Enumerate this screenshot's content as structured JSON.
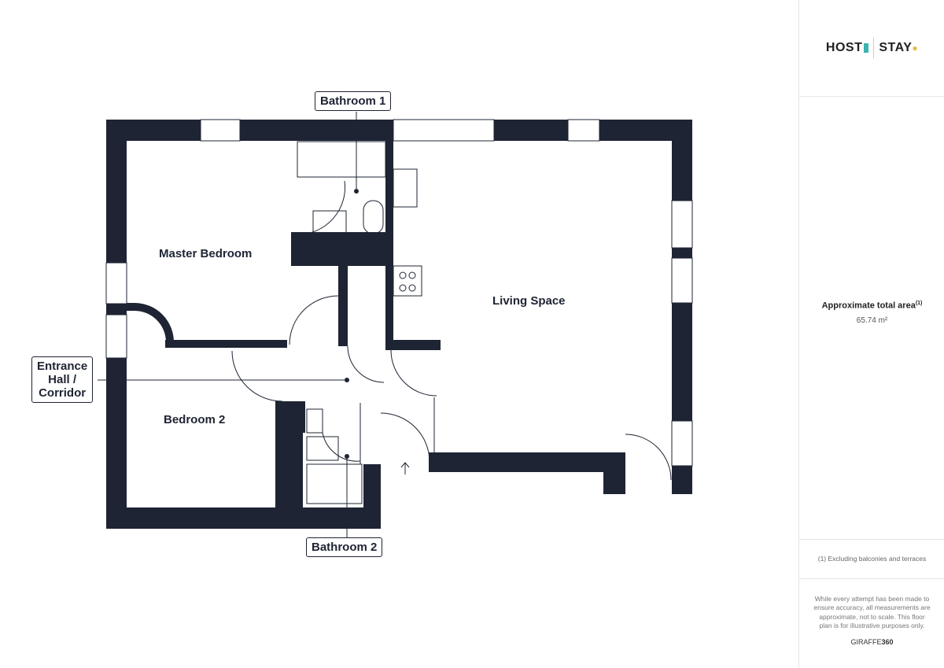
{
  "brand": {
    "left": "HOST",
    "right": "STAY",
    "accent_teal": "#3bb3b0",
    "accent_gold": "#e8b84a"
  },
  "rooms": {
    "master_bedroom": "Master Bedroom",
    "living_space": "Living Space",
    "bedroom_2": "Bedroom 2"
  },
  "callouts": {
    "bathroom_1": "Bathroom 1",
    "bathroom_2": "Bathroom 2",
    "entrance_line1": "Entrance",
    "entrance_line2": "Hall /",
    "entrance_line3": "Corridor"
  },
  "area": {
    "label": "Approximate total area",
    "sup": "(1)",
    "value": "65.74 m²"
  },
  "footnote": "(1) Excluding balconies and terraces",
  "disclaimer": "While every attempt has been made to ensure accuracy, all measurements are approximate, not to scale. This floor plan is for illustrative purposes only.",
  "credit": {
    "a": "GIRAFFE",
    "b": "360"
  },
  "colors": {
    "wall": "#1e2433"
  }
}
